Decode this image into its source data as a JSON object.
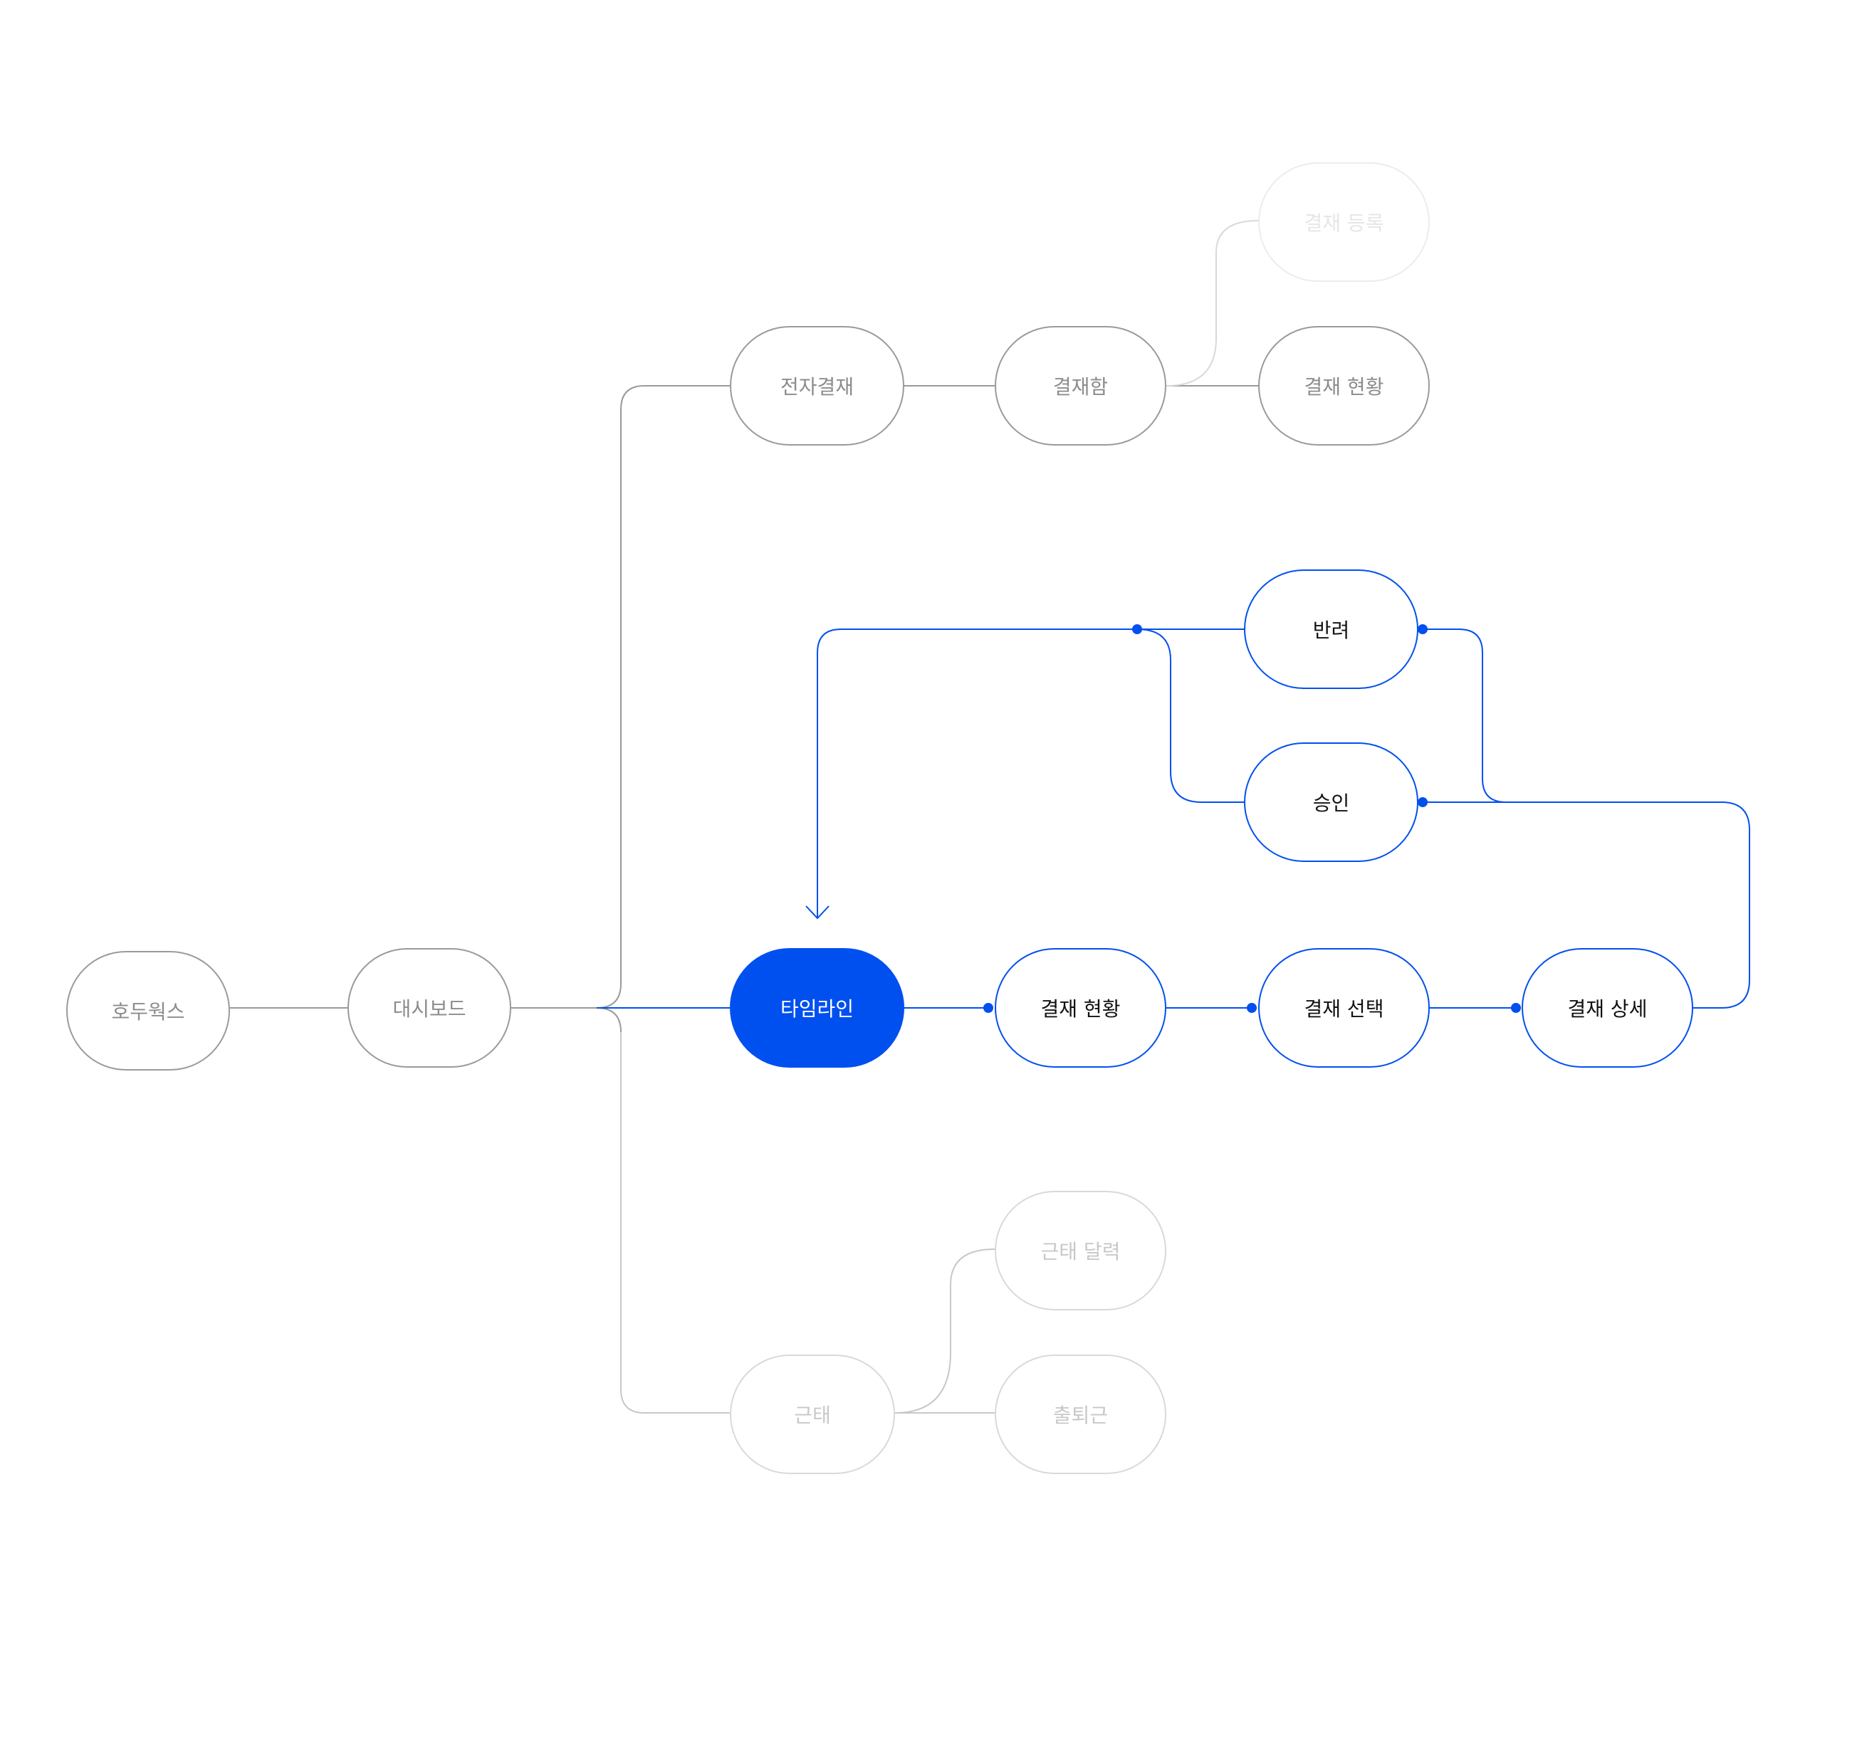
{
  "colors": {
    "accent": "#0050f0",
    "node_border_gray": "#9a9a9a",
    "node_border_faint": "#d9d9d9",
    "node_border_ghost": "#ececec",
    "background": "#ffffff"
  },
  "nodes": {
    "root": "호두웍스",
    "dashboard": "대시보드",
    "approval": "전자결재",
    "approval_box": "결재함",
    "approval_register": "결재 등록",
    "approval_status_top": "결재 현황",
    "reject": "반려",
    "approve": "승인",
    "timeline": "타임라인",
    "approval_status": "결재 현황",
    "approval_select": "결재 선택",
    "approval_detail": "결재 상세",
    "attendance_calendar": "근태 달력",
    "attendance": "근태",
    "commute": "출퇴근"
  }
}
